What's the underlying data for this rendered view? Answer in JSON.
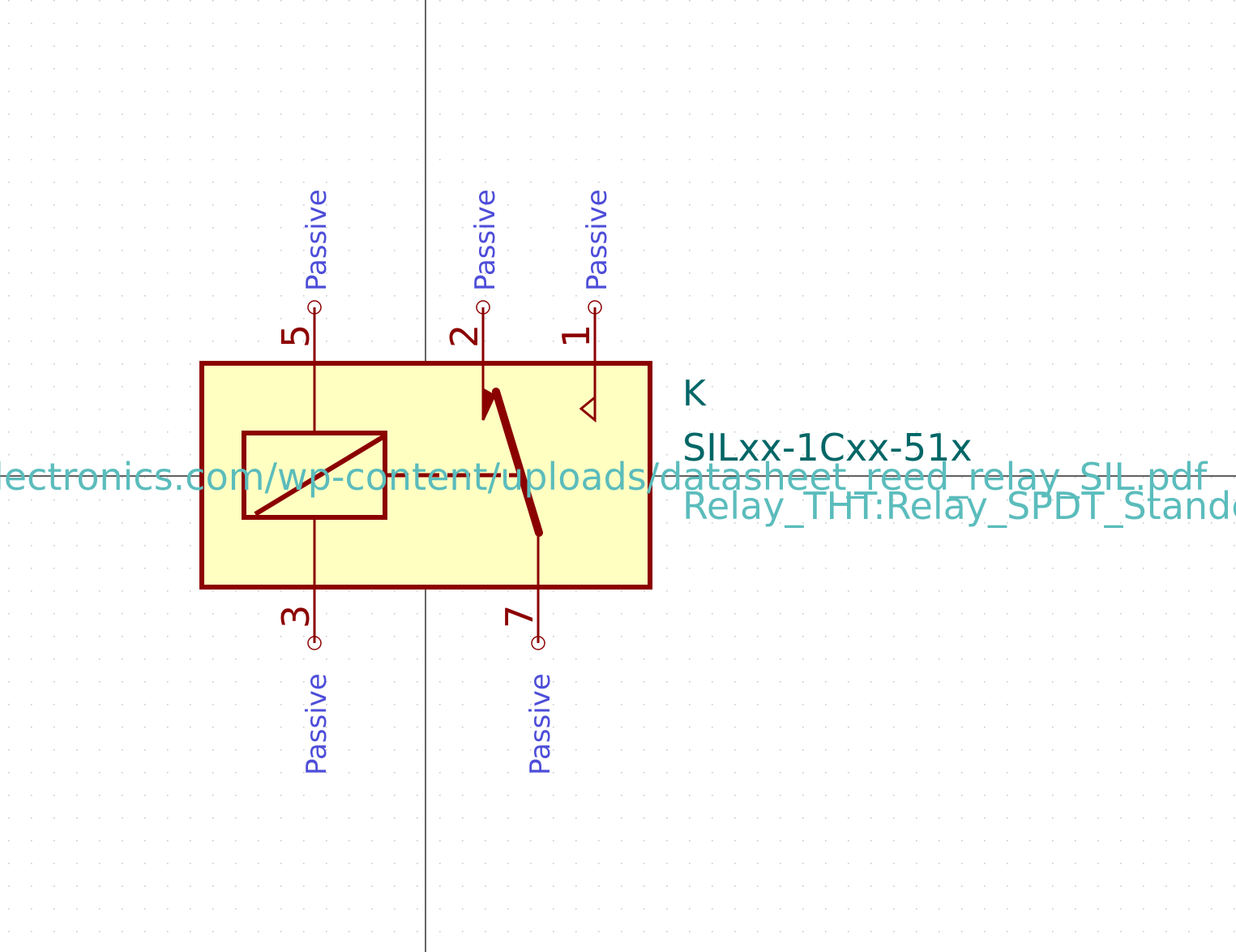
{
  "symbol": {
    "reference": "K",
    "value": "SILxx-1Cxx-51x",
    "footprint": "Relay_THT:Relay_SPDT_Standex-SIL",
    "datasheet": "https://standexelectronics.com/wp-content/uploads/datasheet_reed_relay_SIL.pdf"
  },
  "pins": [
    {
      "number": "5",
      "electrical_type": "Passive"
    },
    {
      "number": "2",
      "electrical_type": "Passive"
    },
    {
      "number": "1",
      "electrical_type": "Passive"
    },
    {
      "number": "3",
      "electrical_type": "Passive"
    },
    {
      "number": "7",
      "electrical_type": "Passive"
    }
  ],
  "colors": {
    "background": "#ffffff",
    "grid": "#c8c8c8",
    "body_outline": "#8b0000",
    "body_fill": "#ffffc2",
    "pin_number": "#8b0000",
    "pin_type": "#4d4dd9",
    "reference": "#006666",
    "value": "#006666",
    "hidden_field": "#5bbcbc"
  }
}
